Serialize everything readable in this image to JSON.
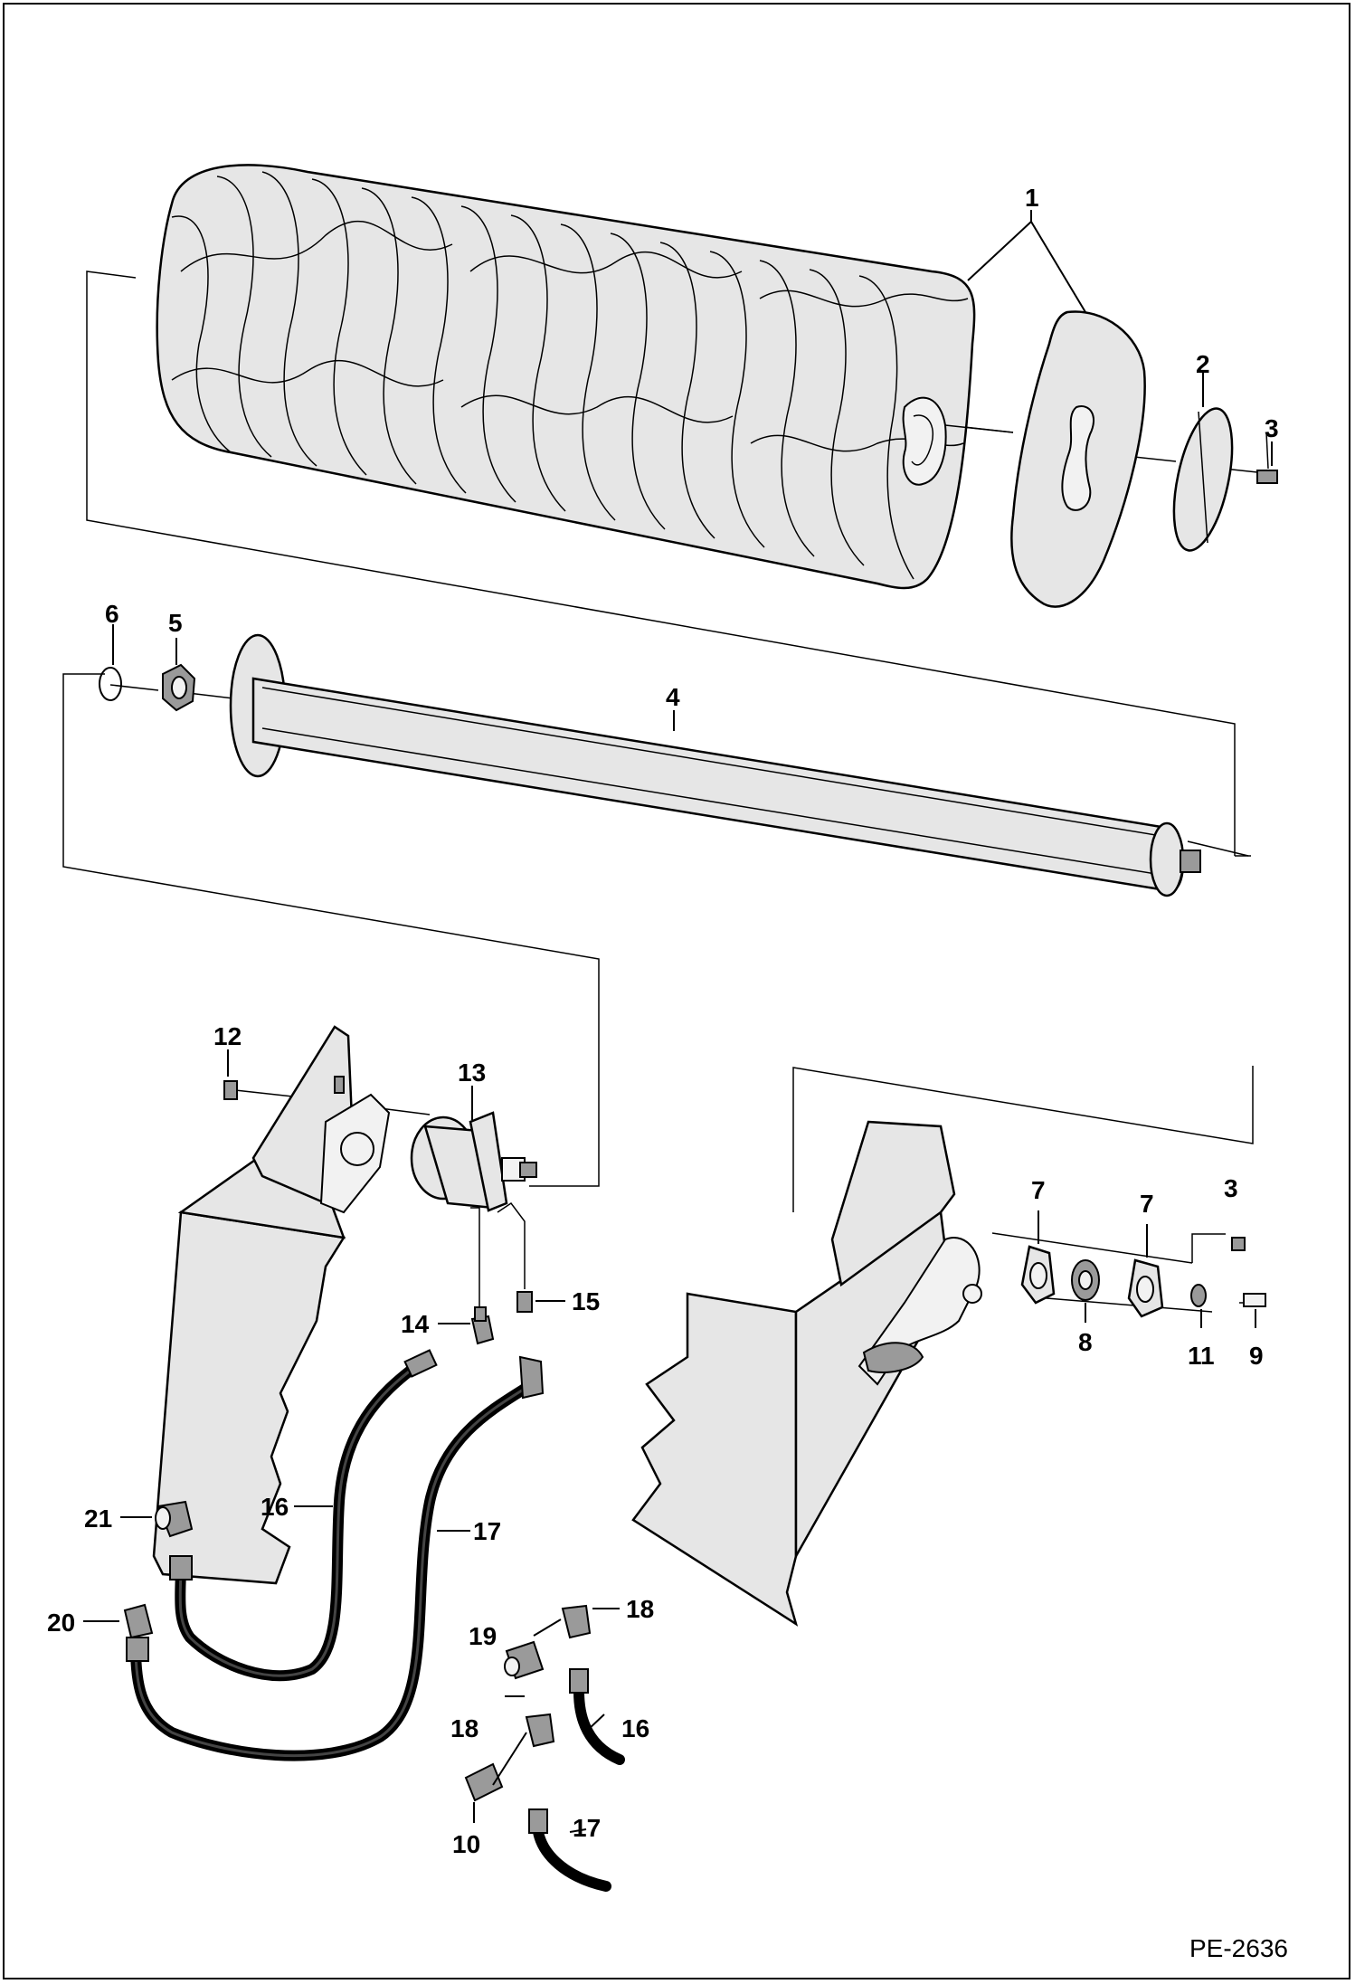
{
  "callouts": {
    "c1": "1",
    "c2": "2",
    "c3a": "3",
    "c3b": "3",
    "c4": "4",
    "c5": "5",
    "c6": "6",
    "c7a": "7",
    "c7b": "7",
    "c8": "8",
    "c9": "9",
    "c10": "10",
    "c11": "11",
    "c12": "12",
    "c13": "13",
    "c14": "14",
    "c15": "15",
    "c16a": "16",
    "c16b": "16",
    "c17a": "17",
    "c17b": "17",
    "c18a": "18",
    "c18b": "18",
    "c19": "19",
    "c20": "20",
    "c21": "21"
  },
  "doc_id": "PE-2636"
}
